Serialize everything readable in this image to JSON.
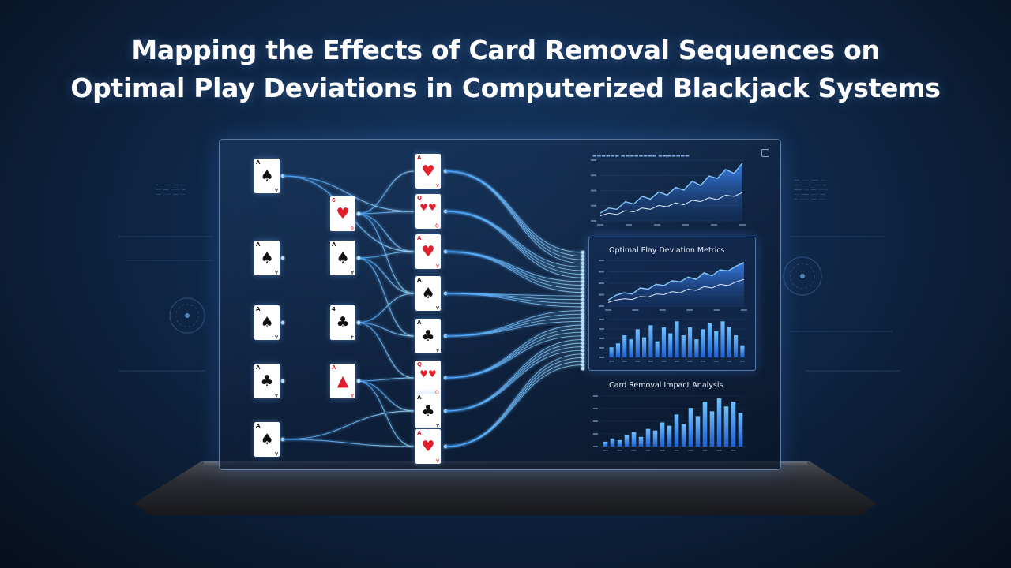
{
  "title": {
    "line1": "Mapping the Effects of Card Removal Sequences on",
    "line2": "Optimal Play Deviations in Computerized Blackjack Systems"
  },
  "cards": {
    "col1": [
      {
        "rank": "A",
        "suit": "♠",
        "color": "black"
      },
      {
        "rank": "A",
        "suit": "♠",
        "color": "black"
      },
      {
        "rank": "A",
        "suit": "♠",
        "color": "black"
      },
      {
        "rank": "A",
        "suit": "♣",
        "color": "black"
      },
      {
        "rank": "A",
        "suit": "♠",
        "color": "black"
      }
    ],
    "col2": [
      {
        "rank": "6",
        "suit": "♥",
        "color": "red"
      },
      {
        "rank": "A",
        "suit": "♠",
        "color": "black"
      },
      {
        "rank": "4",
        "suit": "♣",
        "color": "black"
      },
      {
        "rank": "A",
        "suit": "▲",
        "color": "red"
      }
    ],
    "col3": [
      {
        "rank": "A",
        "suit": "♥",
        "color": "red"
      },
      {
        "rank": "Q",
        "suit": "♥♥",
        "color": "red"
      },
      {
        "rank": "A",
        "suit": "♥",
        "color": "red"
      },
      {
        "rank": "A",
        "suit": "♠",
        "color": "black"
      },
      {
        "rank": "A",
        "suit": "♣",
        "color": "black"
      },
      {
        "rank": "Q",
        "suit": "♥♥",
        "color": "red"
      },
      {
        "rank": "A",
        "suit": "♣",
        "color": "black"
      },
      {
        "rank": "A",
        "suit": "♥",
        "color": "red"
      }
    ]
  },
  "panels": {
    "panel2_title": "Optimal Play Deviation Metrics",
    "panel3_title": "Card Removal Impact Analysis"
  },
  "chart_data": [
    {
      "type": "area",
      "series": [
        {
          "values": [
            12,
            20,
            18,
            30,
            26,
            38,
            34,
            45,
            40,
            52,
            48,
            62,
            55,
            70,
            66,
            80,
            74,
            90
          ]
        },
        {
          "values": [
            8,
            12,
            10,
            16,
            14,
            20,
            18,
            24,
            22,
            28,
            25,
            32,
            30,
            36,
            33,
            40,
            38,
            44
          ]
        }
      ]
    },
    {
      "type": "area",
      "series": [
        {
          "values": [
            10,
            18,
            22,
            20,
            30,
            28,
            36,
            34,
            42,
            40,
            48,
            44,
            55,
            50,
            60,
            58,
            66,
            72
          ]
        },
        {
          "values": [
            6,
            10,
            12,
            11,
            16,
            15,
            20,
            19,
            24,
            22,
            28,
            26,
            32,
            30,
            36,
            34,
            40,
            44
          ]
        }
      ]
    },
    {
      "type": "bar",
      "values": [
        10,
        14,
        22,
        18,
        28,
        20,
        32,
        16,
        30,
        24,
        36,
        22,
        30,
        18,
        28,
        34,
        26,
        36,
        30,
        22,
        12
      ]
    },
    {
      "type": "bar",
      "values": [
        6,
        10,
        8,
        14,
        18,
        12,
        22,
        20,
        30,
        26,
        40,
        28,
        48,
        38,
        56,
        44,
        60,
        50,
        56,
        42
      ]
    }
  ],
  "colors": {
    "accent": "#3d8bff",
    "glow": "#6fc0ff",
    "panel_border": "#78aaf0"
  }
}
